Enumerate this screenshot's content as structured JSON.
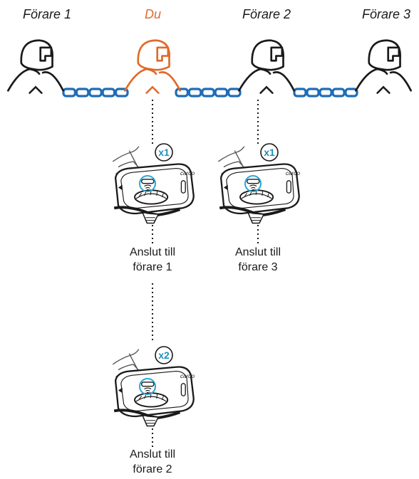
{
  "riders": [
    {
      "label": "Förare 1",
      "color": "#1a1a1a"
    },
    {
      "label": "Du",
      "color": "#e06a2c"
    },
    {
      "label": "Förare 2",
      "color": "#1a1a1a"
    },
    {
      "label": "Förare 3",
      "color": "#1a1a1a"
    }
  ],
  "links": [
    "Förare 1–Du",
    "Du–Förare 2",
    "Förare 2–Förare 3"
  ],
  "devices": [
    {
      "press_count": "x1",
      "logo": "cardo",
      "caption_line1": "Anslut till",
      "caption_line2": "förare 1"
    },
    {
      "press_count": "x1",
      "logo": "cardo",
      "caption_line1": "Anslut till",
      "caption_line2": "förare 3"
    },
    {
      "press_count": "x2",
      "logo": "cardo",
      "caption_line1": "Anslut till",
      "caption_line2": "förare 2"
    }
  ],
  "colors": {
    "link": "#1f6db5",
    "badge": "#1e8fc0",
    "highlight": "#2aa5d6",
    "you": "#e06a2c",
    "ink": "#1a1a1a"
  },
  "icons": [
    "rider-helmet-icon",
    "chain-link-icon",
    "finger-press-icon",
    "intercom-device-icon"
  ]
}
